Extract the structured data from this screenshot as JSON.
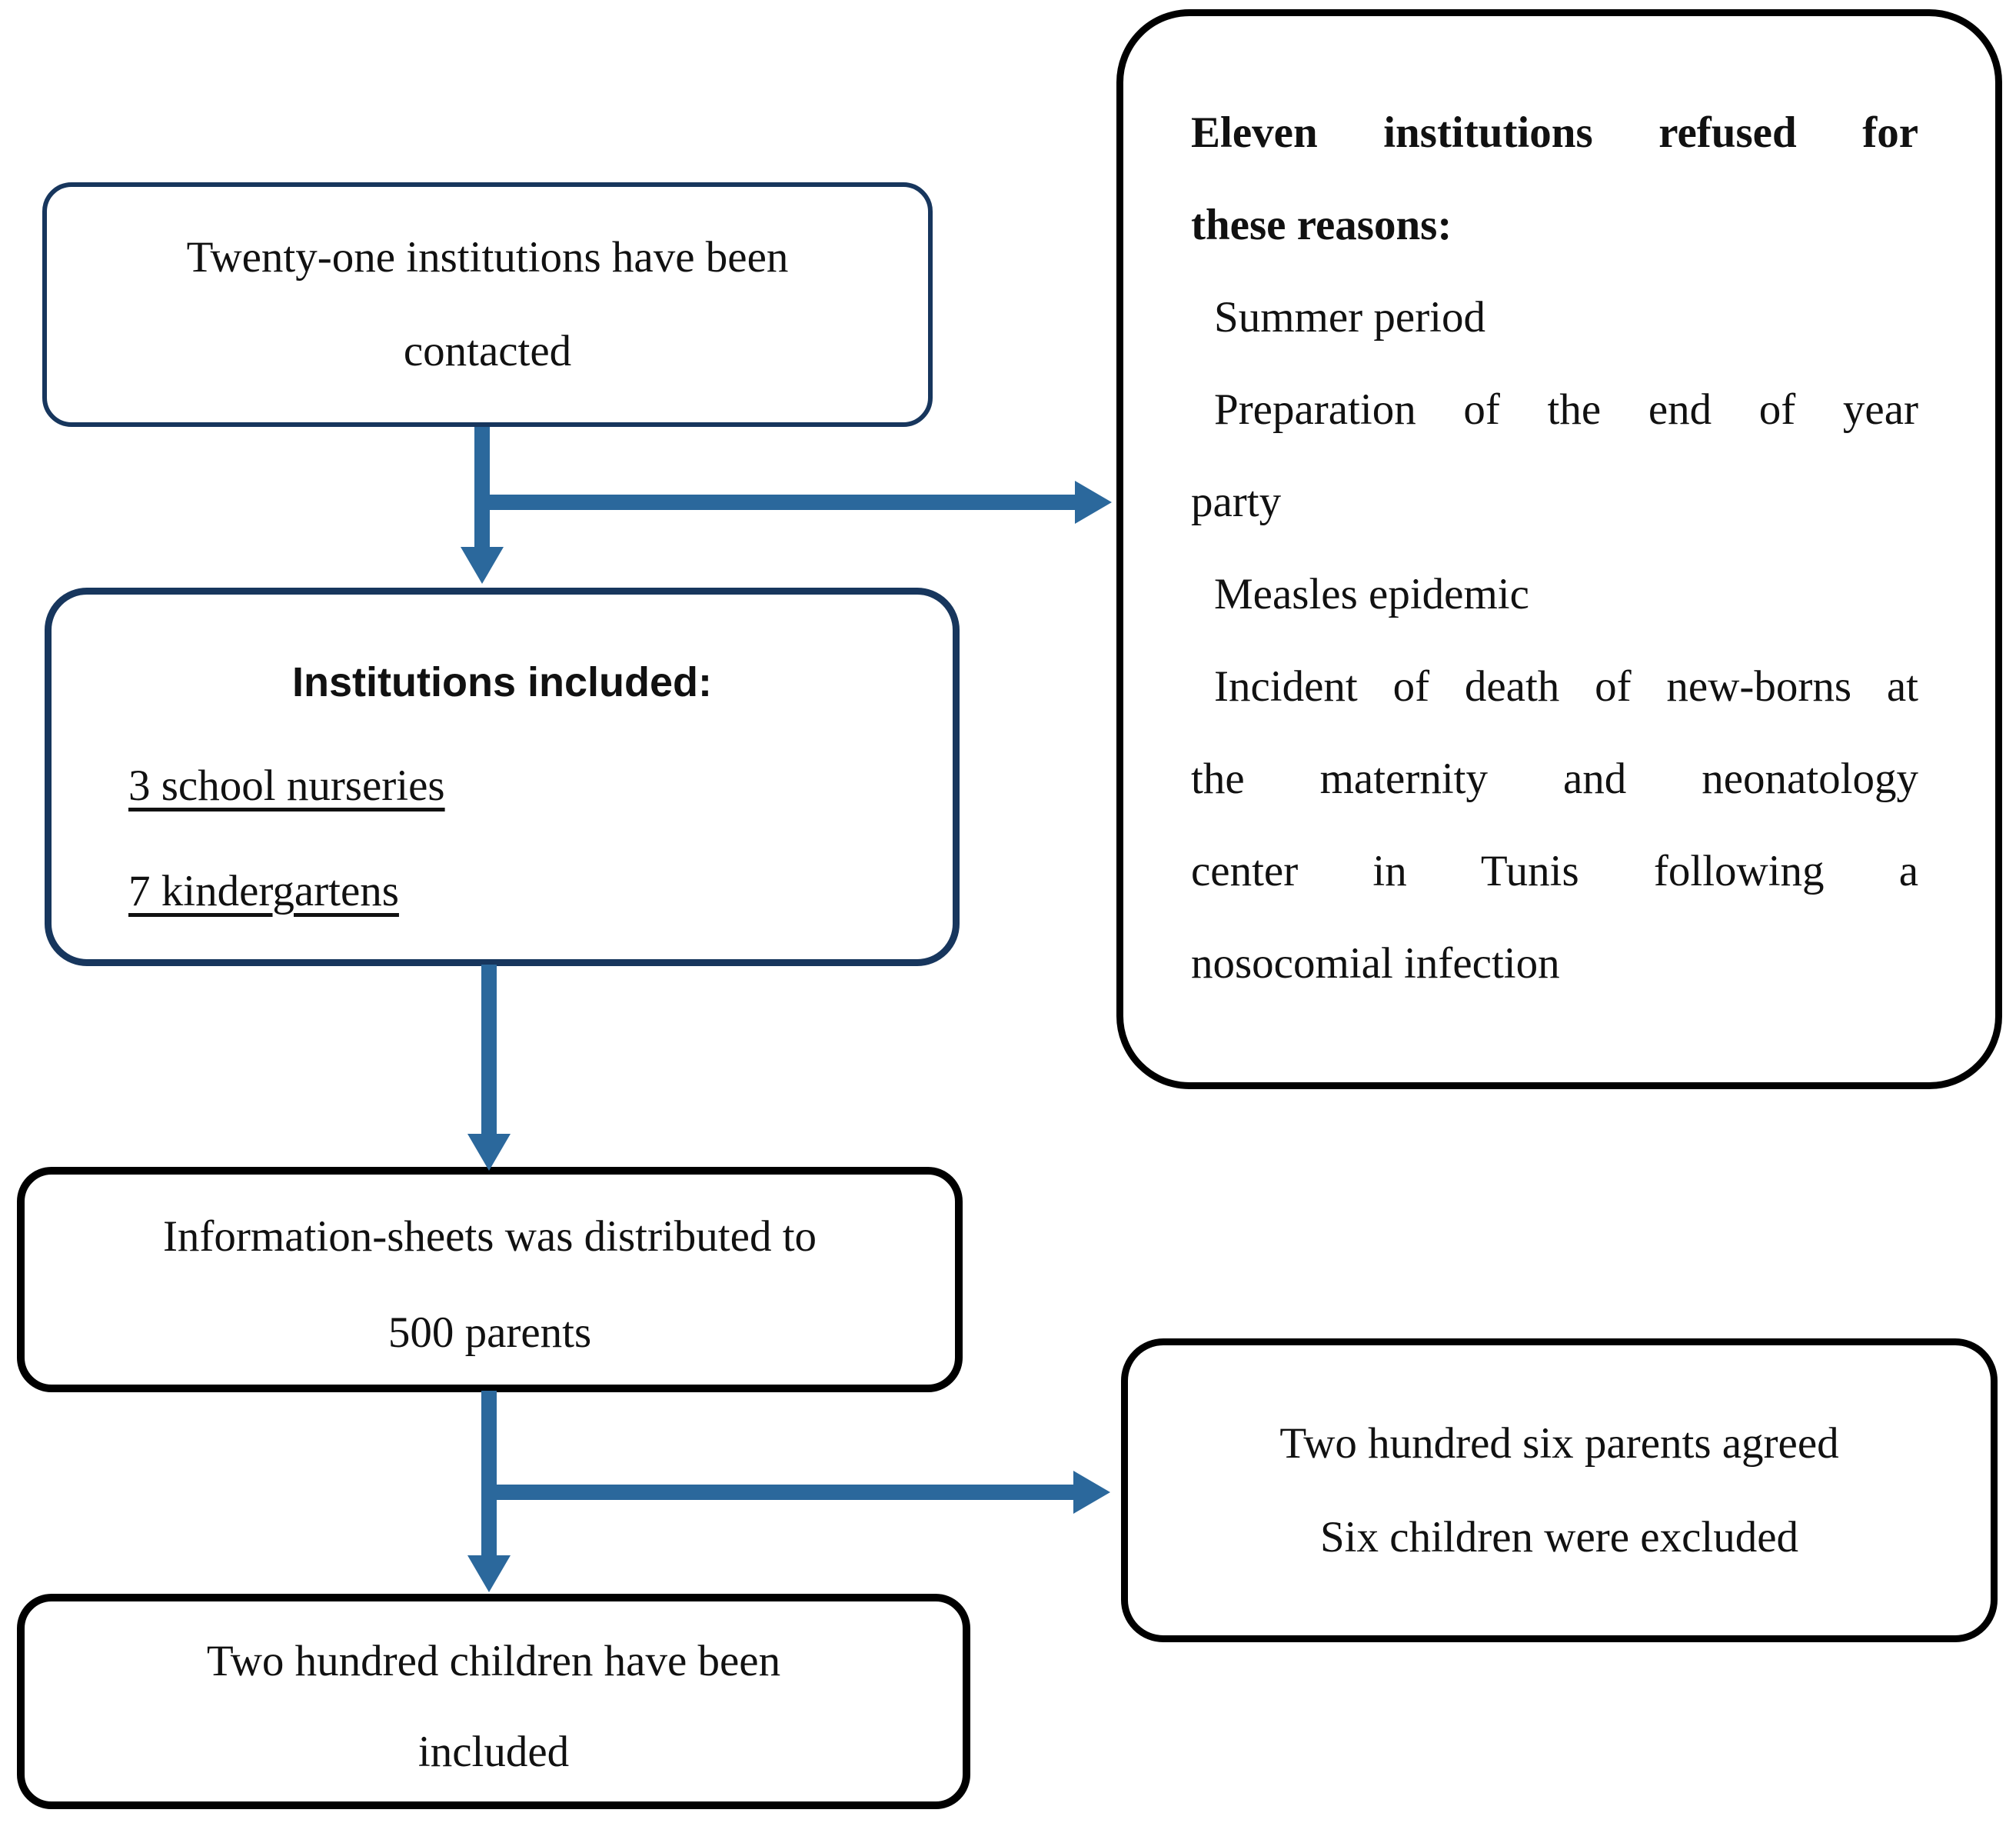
{
  "nodes": {
    "contacted": {
      "lines": [
        "Twenty-one institutions have been",
        "contacted"
      ]
    },
    "refused": {
      "lines": [
        "Eleven institutions refused for",
        "these reasons:",
        "Summer period",
        "Preparation of the end of year",
        "party",
        "Measles epidemic",
        "Incident of death of new-borns at",
        "the maternity and neonatology",
        "center in Tunis following a",
        "nosocomial infection"
      ]
    },
    "included_institutions": {
      "heading": "Institutions included:",
      "items": [
        "3 school nurseries",
        "7 kindergartens"
      ]
    },
    "sheets": {
      "lines": [
        "Information-sheets was distributed to",
        "500 parents"
      ]
    },
    "agreed": {
      "lines": [
        "Two hundred six parents agreed",
        "Six children were excluded"
      ]
    },
    "children_included": {
      "lines": [
        "Two hundred children have been",
        "included"
      ]
    }
  },
  "colors": {
    "box_border_blue": "#17365D",
    "box_border_black": "#000000",
    "arrow_blue": "#2B689C",
    "text": "#111111",
    "background": "#FFFFFF"
  }
}
